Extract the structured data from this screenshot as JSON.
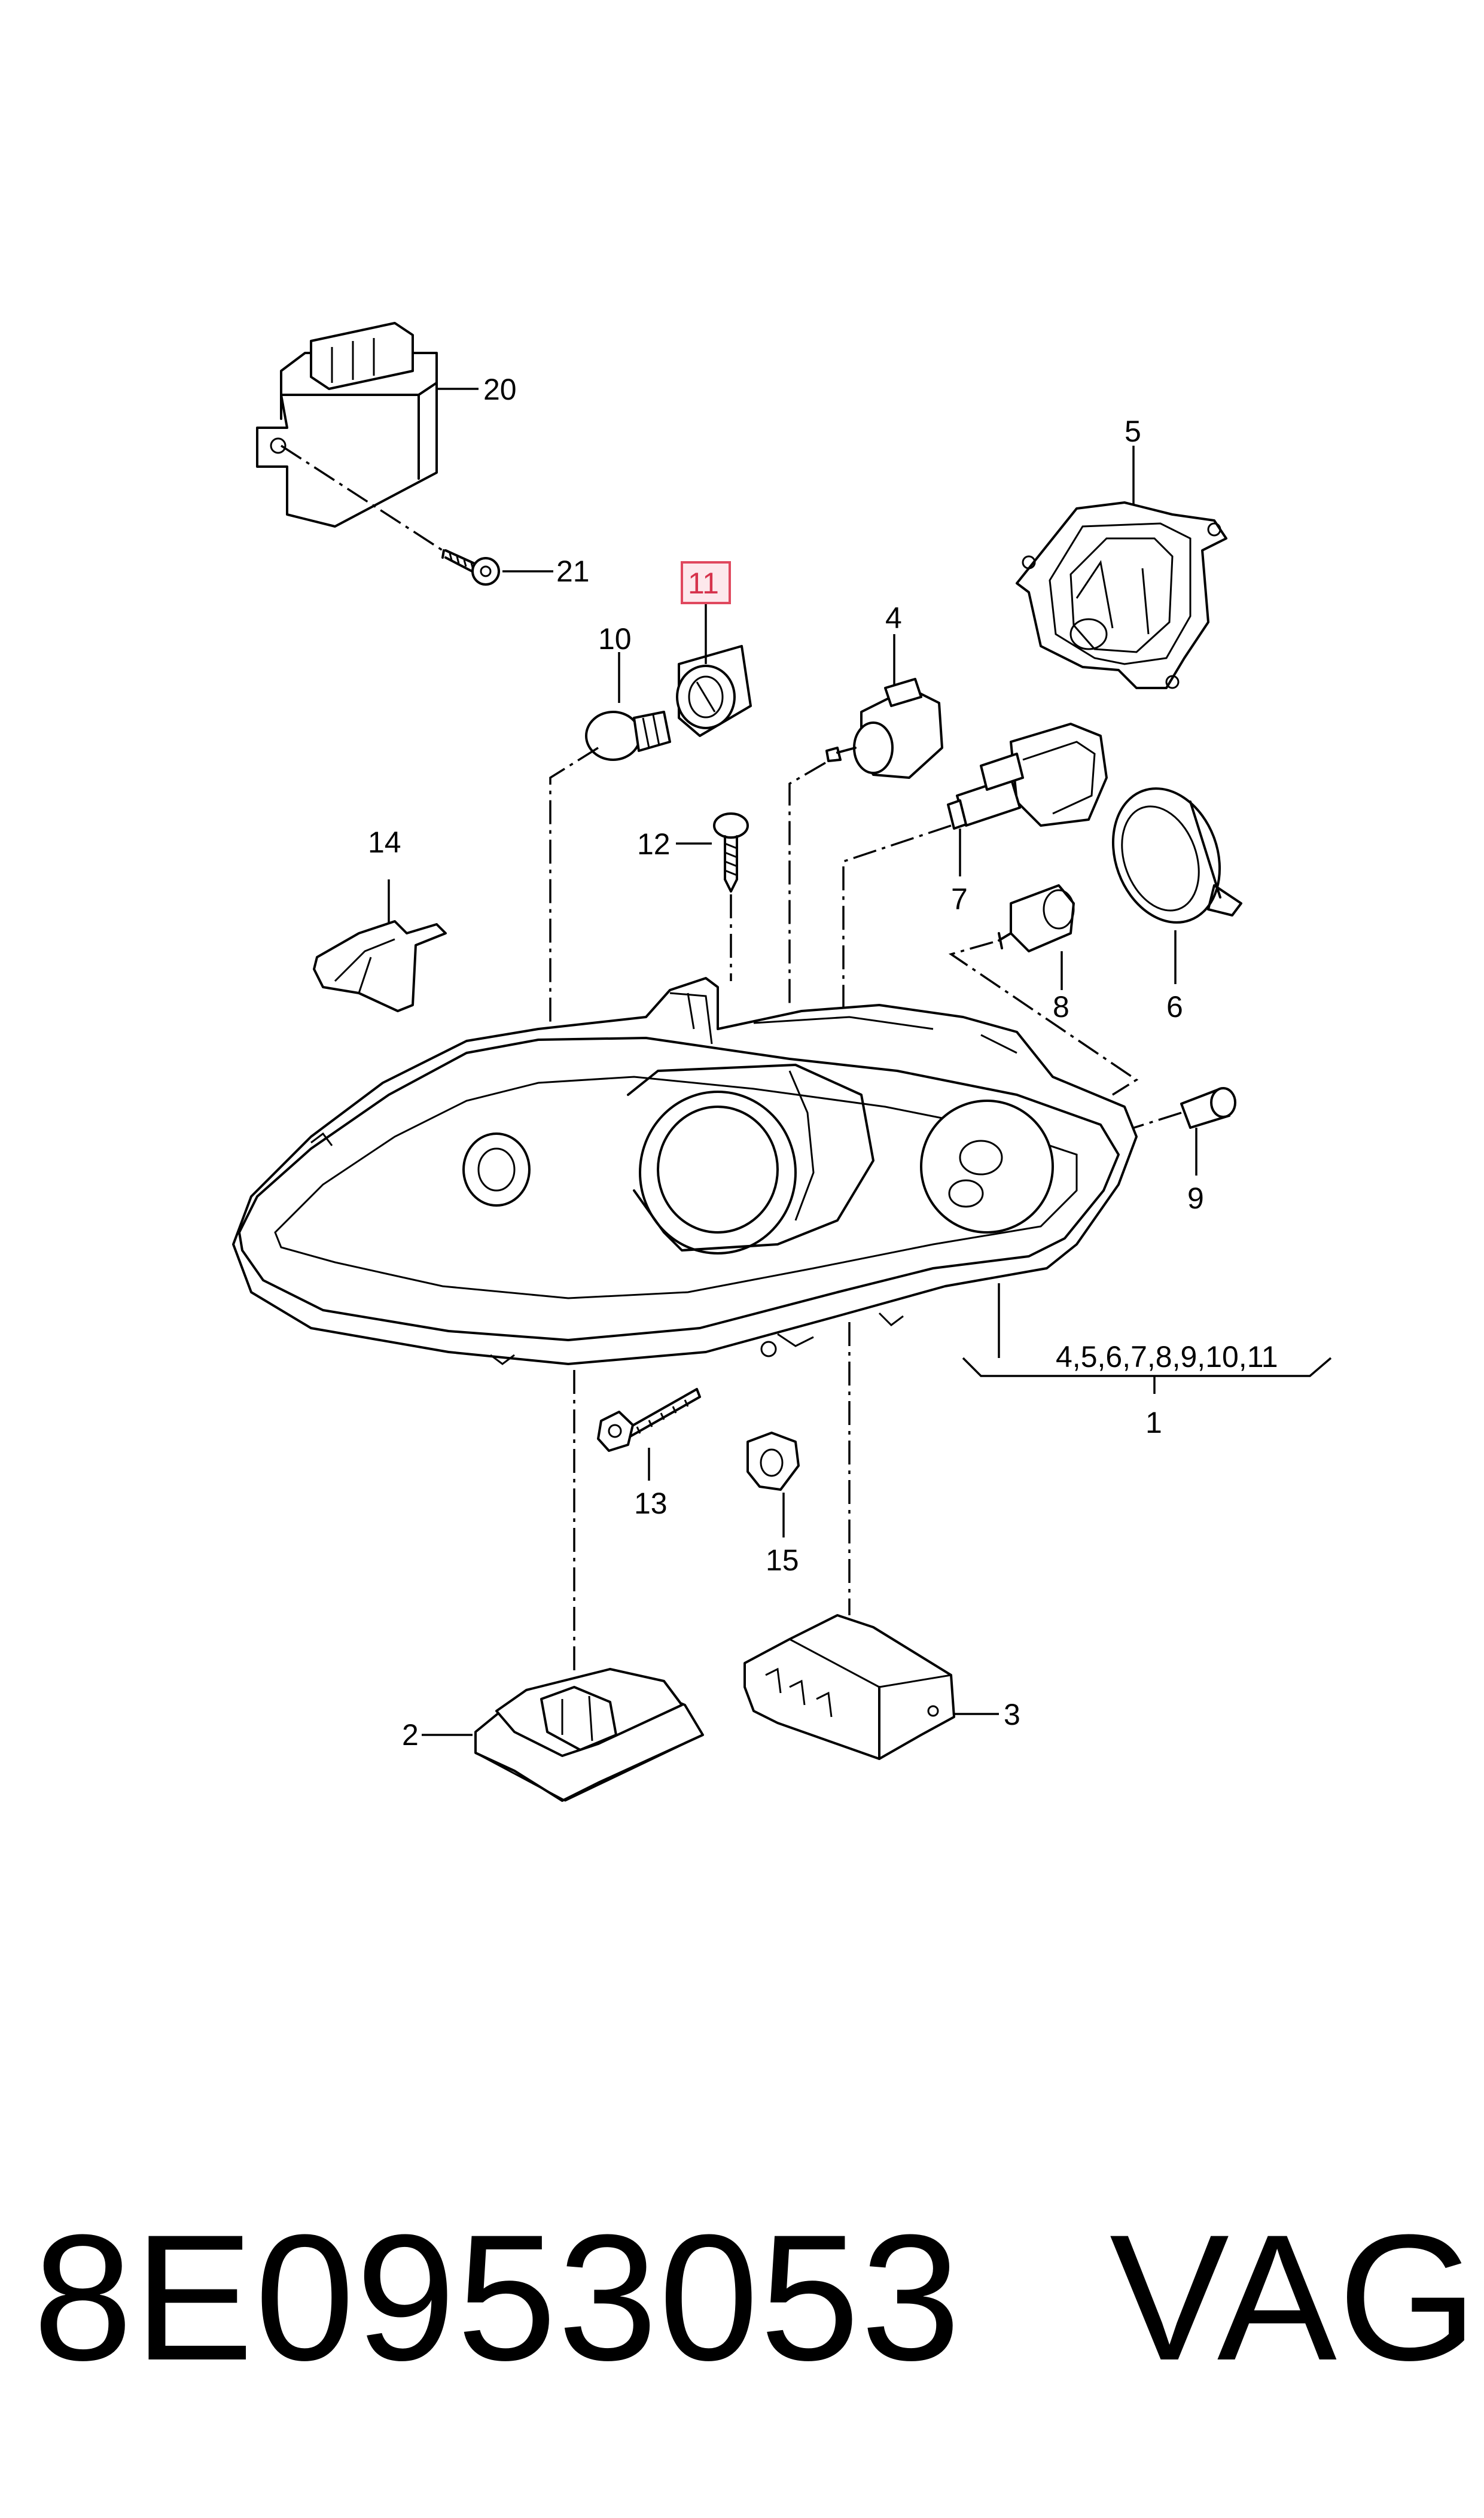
{
  "callouts": {
    "c1": "1",
    "c2": "2",
    "c3": "3",
    "c4": "4",
    "c5": "5",
    "c6": "6",
    "c7": "7",
    "c8": "8",
    "c9": "9",
    "c10": "10",
    "c11": "11",
    "c12": "12",
    "c13": "13",
    "c14": "14",
    "c15": "15",
    "c20": "20",
    "c21": "21",
    "c1_group": "4,5,6,7,8,9,10,11"
  },
  "highlight": {
    "callout": "11",
    "color": "#e0485e"
  },
  "footer": {
    "part_number": "8E0953053",
    "brand": "VAG"
  }
}
